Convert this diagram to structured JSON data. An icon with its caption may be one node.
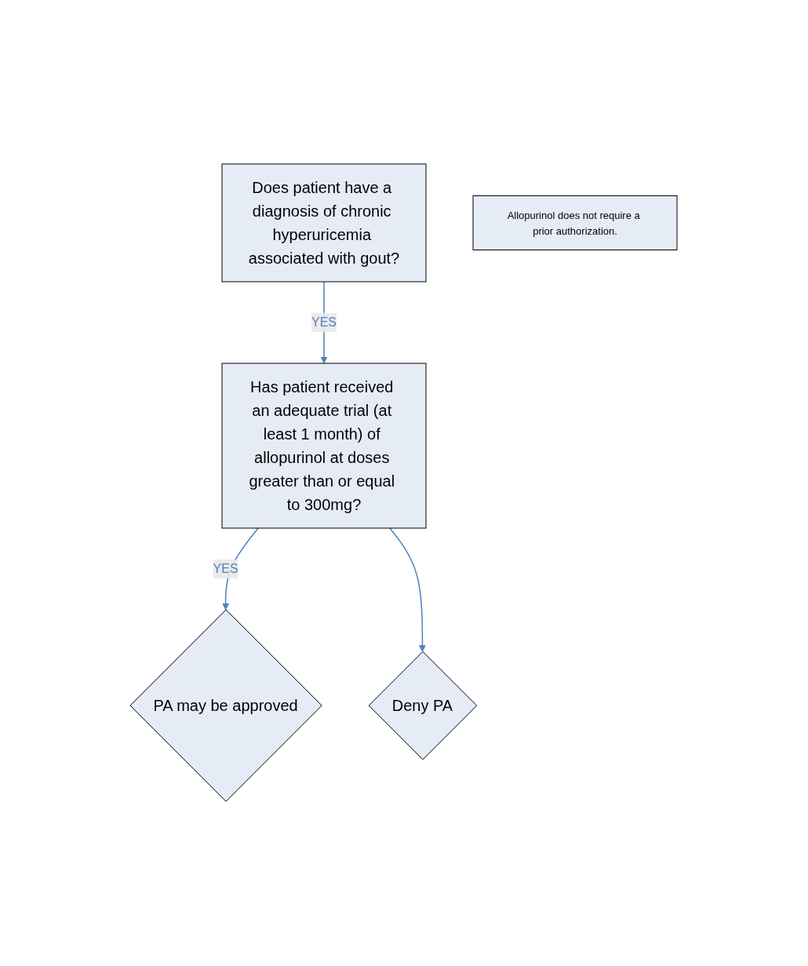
{
  "diagram": {
    "nodes": [
      {
        "text": [
          "Does patient have a diagnosis of chronic hyperuricemia associated with gout?"
        ]
      },
      {
        "text": [
          "Has patient received an adequate trial (at least 1 month) of allopurinol at doses greater than or equal to 300mg?"
        ]
      },
      {
        "text": [
          "PA may be approved"
        ]
      },
      {
        "text": [
          "Deny PA"
        ]
      },
      {
        "text": [
          "Allopurinol does not require a prior authorization."
        ]
      }
    ],
    "edges": [
      {
        "from": 0,
        "to": 1,
        "arrow": "to",
        "label": "YES"
      },
      {
        "from": 1,
        "to": 2,
        "arrow": "to",
        "label": "YES"
      },
      {
        "from": 1,
        "to": 3,
        "arrow": "to"
      }
    ]
  }
}
